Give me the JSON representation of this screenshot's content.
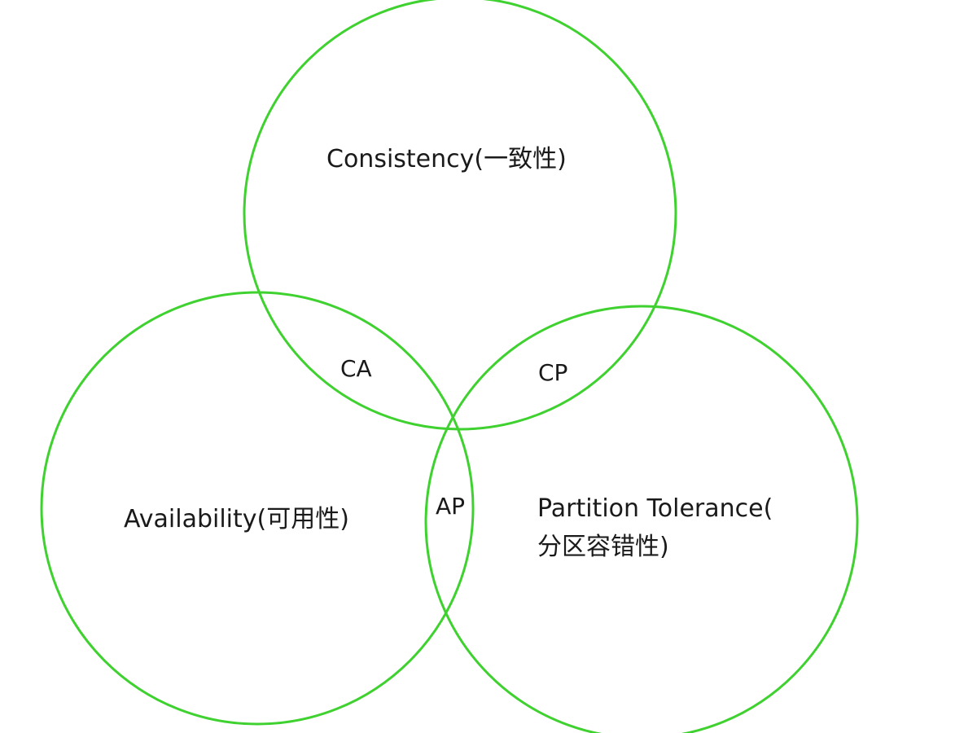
{
  "diagram": {
    "stroke_color": "#3fd12f",
    "sets": {
      "consistency": "Consistency(一致性)",
      "availability": "Availability(可用性)",
      "partition_line1": "Partition Tolerance(",
      "partition_line2": "分区容错性)"
    },
    "intersections": {
      "ca": "CA",
      "cp": "CP",
      "ap": "AP"
    }
  }
}
